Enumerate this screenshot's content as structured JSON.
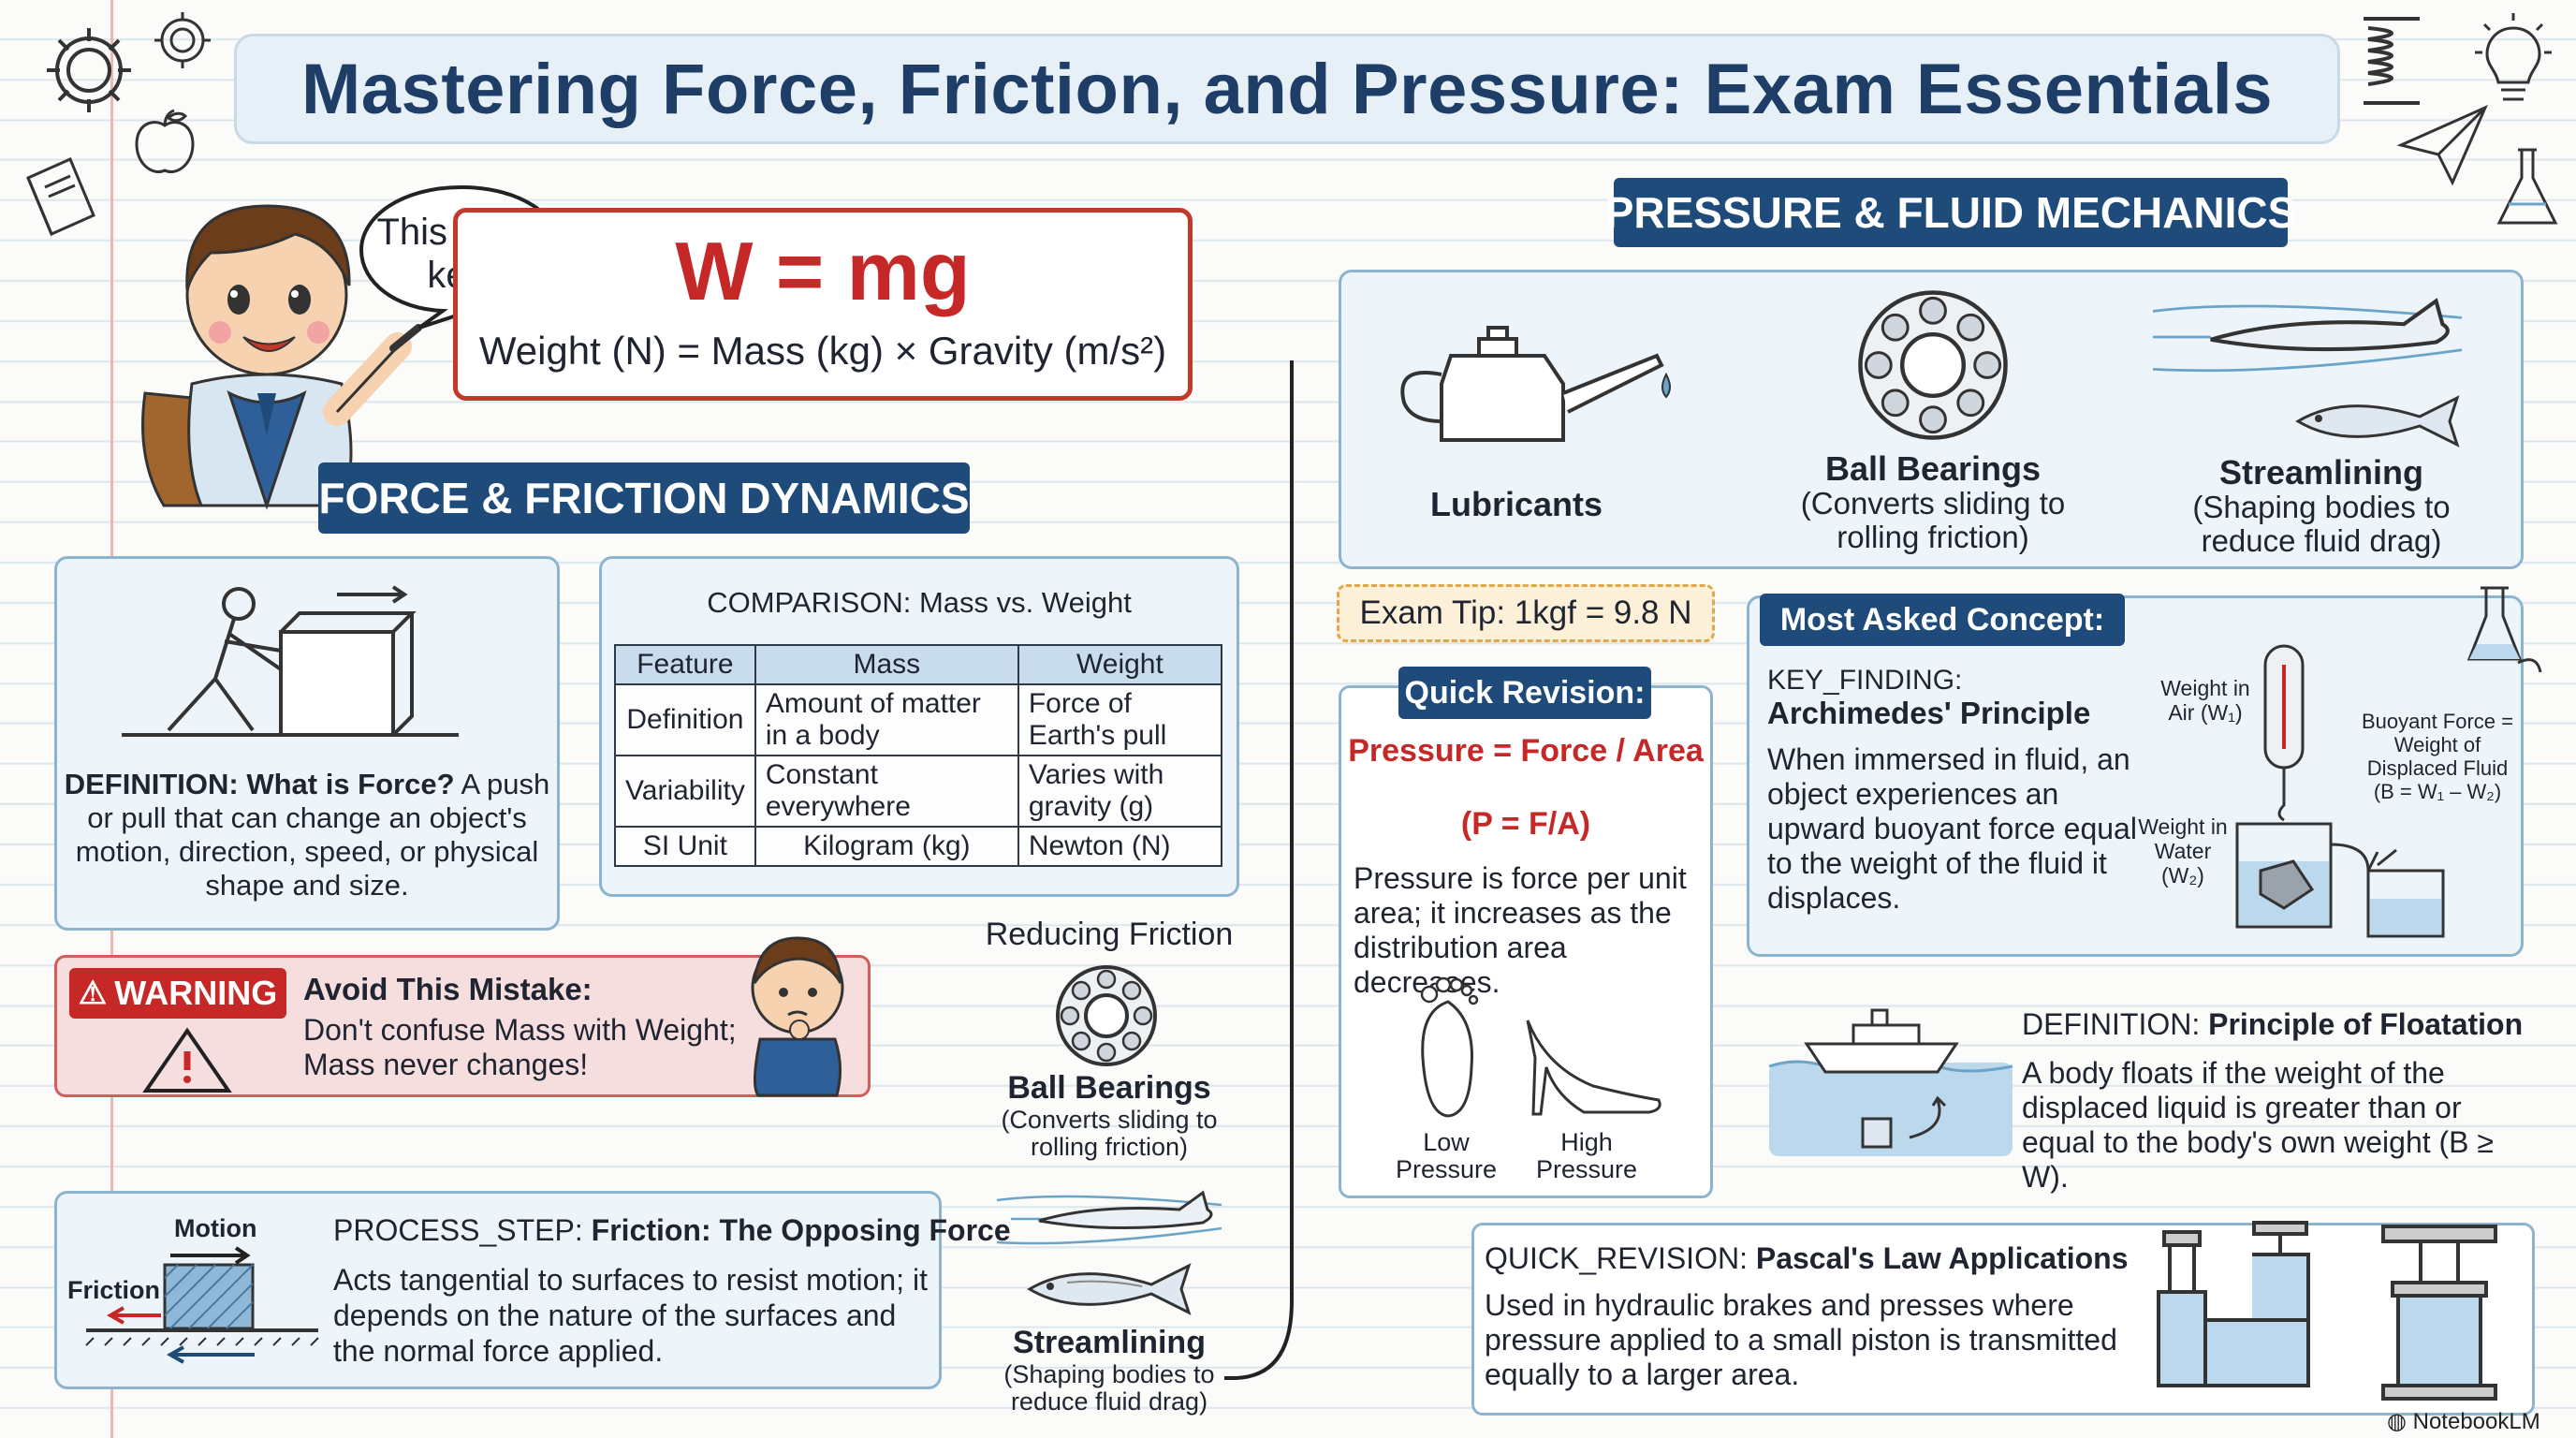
{
  "title": "Mastering Force, Friction, and Pressure: Exam Essentials",
  "speech": "This one's key!",
  "formula": {
    "main": "W = mg",
    "detail": "Weight (N) = Mass (kg) × Gravity (m/s²)"
  },
  "sections": {
    "force": "FORCE & FRICTION DYNAMICS",
    "pressure": "PRESSURE & FLUID MECHANICS"
  },
  "definition_force": {
    "label": "DEFINITION:",
    "title": "What is Force?",
    "body": "A push or pull that can change an object's motion, direction, speed, or physical shape and size."
  },
  "comparison": {
    "caption_label": "COMPARISON:",
    "caption_title": "Mass vs. Weight",
    "headers": [
      "Feature",
      "Mass",
      "Weight"
    ],
    "rows": [
      [
        "Definition",
        "Amount of matter in a body",
        "Force of Earth's pull"
      ],
      [
        "Variability",
        "Constant everywhere",
        "Varies with gravity (g)"
      ],
      [
        "SI Unit",
        "Kilogram (kg)",
        "Newton (N)"
      ]
    ]
  },
  "warning": {
    "badge": "WARNING",
    "title": "Avoid This Mistake:",
    "body": "Don't confuse Mass with Weight; Mass never changes!"
  },
  "process": {
    "label": "PROCESS_STEP:",
    "title": "Friction: The Opposing Force",
    "body": "Acts tangential to surfaces to resist motion; it depends on the nature of the surfaces and the normal force applied.",
    "motion_label": "Motion",
    "friction_label": "Friction"
  },
  "reducing": {
    "title": "Reducing Friction",
    "bearing_title": "Ball Bearings",
    "bearing_sub": "(Converts sliding to rolling friction)",
    "stream_title": "Streamlining",
    "stream_sub": "(Shaping bodies to reduce fluid drag)"
  },
  "fluid_top": {
    "lubricants": "Lubricants",
    "bearing_title": "Ball Bearings",
    "bearing_sub": "(Converts sliding to rolling friction)",
    "stream_title": "Streamlining",
    "stream_sub": "(Shaping bodies to reduce fluid drag)"
  },
  "exam_tip": "Exam Tip: 1kgf = 9.8 N",
  "quick": {
    "tag": "Quick Revision:",
    "formula1": "Pressure = Force / Area",
    "formula2": "(P = F/A)",
    "body": "Pressure is force per unit area; it increases as the distribution area decreases.",
    "low": "Low Pressure",
    "high": "High Pressure"
  },
  "archimedes": {
    "tag": "Most Asked Concept:",
    "label": "KEY_FINDING:",
    "title": "Archimedes' Principle",
    "body": "When immersed in fluid, an object experiences an upward buoyant force equal to the weight of the fluid it displaces.",
    "air": "Weight in Air (W₁)",
    "water": "Weight in Water (W₂)",
    "buoyant": "Buoyant Force = Weight of Displaced Fluid (B = W₁ – W₂)"
  },
  "floatation": {
    "label": "DEFINITION:",
    "title": "Principle of Floatation",
    "body": "A body floats if the weight of the displaced liquid is greater than or equal to the body's own weight (B ≥ W)."
  },
  "pascal": {
    "label": "QUICK_REVISION:",
    "title": "Pascal's Law Applications",
    "body": "Used in hydraulic brakes and presses where pressure applied to a small piston is transmitted equally to a larger area."
  },
  "brand": "NotebookLM",
  "colors": {
    "navy": "#1f4b7a",
    "red": "#c62828",
    "panel": "#eef5fa",
    "border": "#8db4cf"
  }
}
